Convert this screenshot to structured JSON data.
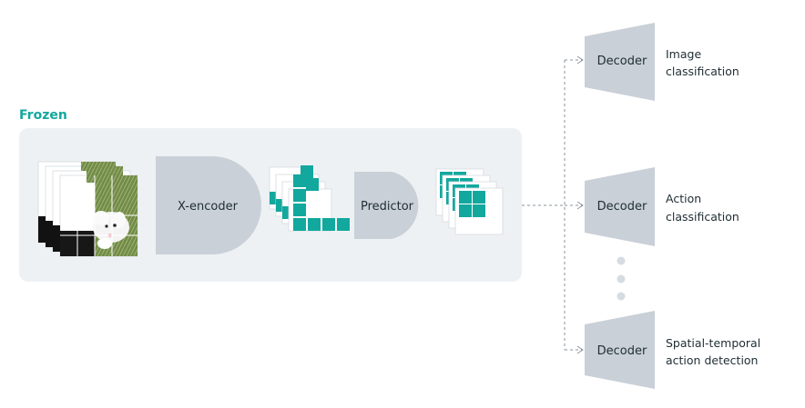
{
  "frozen_section": {
    "title": "Frozen",
    "encoder_label": "X-encoder",
    "predictor_label": "Predictor"
  },
  "decoders": [
    {
      "label": "Decoder",
      "task_lines": [
        "Image",
        "classification"
      ]
    },
    {
      "label": "Decoder",
      "task_lines": [
        "Action",
        "classification"
      ]
    },
    {
      "label": "Decoder",
      "task_lines": [
        "Spatial-temporal",
        "action detection"
      ]
    }
  ],
  "colors": {
    "accent": "#12A89D",
    "shape_gray": "#C9D0D7",
    "panel_bg": "#EEF1F4",
    "text": "#1F2D33",
    "connector": "#8A949D",
    "dots": "#D6DCE1"
  }
}
